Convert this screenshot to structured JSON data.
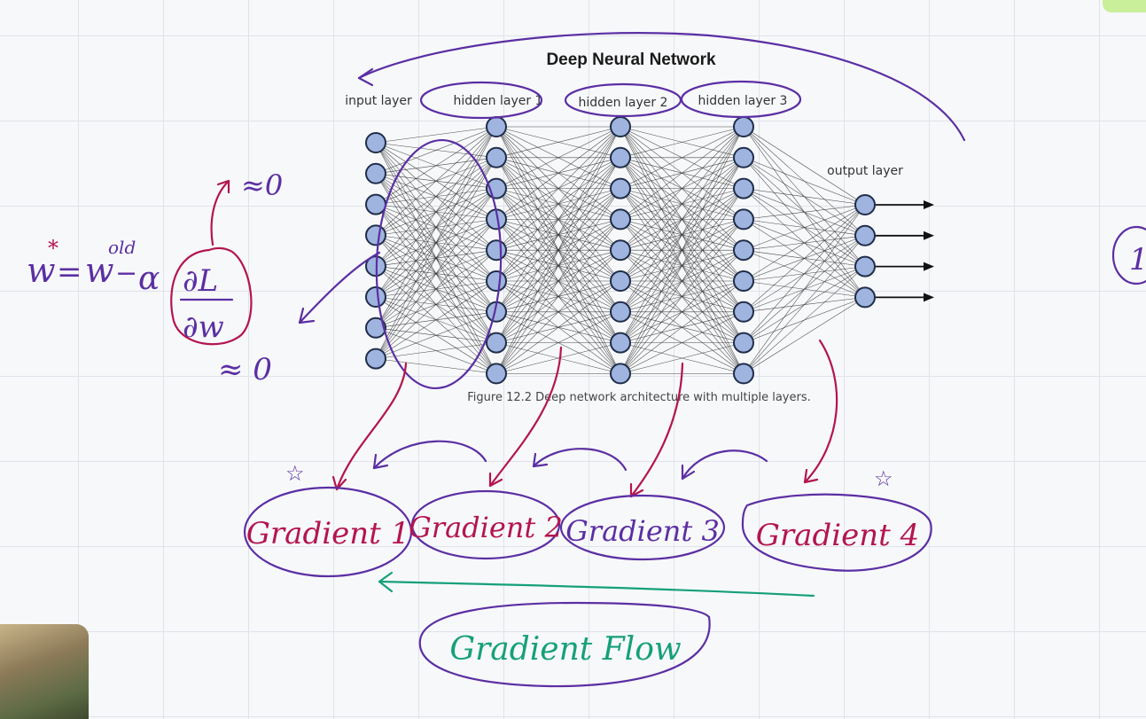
{
  "figure": {
    "title": "Deep Neural Network",
    "layer_labels": {
      "input": "input layer",
      "hidden1": "hidden layer 1",
      "hidden2": "hidden layer 2",
      "hidden3": "hidden layer 3",
      "output": "output layer"
    },
    "caption": "Figure 12.2 Deep network architecture with multiple layers.",
    "layers": [
      {
        "name": "input layer",
        "nodes": 8
      },
      {
        "name": "hidden layer 1",
        "nodes": 9
      },
      {
        "name": "hidden layer 2",
        "nodes": 9
      },
      {
        "name": "hidden layer 3",
        "nodes": 9
      },
      {
        "name": "output layer",
        "nodes": 4
      }
    ]
  },
  "annotations": {
    "formula_w": "w",
    "formula_star": "*",
    "formula_equals": "=",
    "formula_w_old": "w",
    "formula_old": "old",
    "formula_minus": "−",
    "formula_alpha": "α",
    "formula_dL": "∂L",
    "formula_dw": "∂w",
    "approx_zero_top": "≈0",
    "approx_zero_bottom": "≈ 0",
    "gradients": [
      "Gradient 1",
      "Gradient 2",
      "Gradient 3",
      "Gradient 4"
    ],
    "gradient_flow": "Gradient Flow",
    "side_mark": "1",
    "star_mark": "☆"
  },
  "colors": {
    "purple_ink": "#5b2fa3",
    "red_ink": "#b3154f",
    "green_ink": "#15a07a",
    "node_fill": "#9fb4df"
  }
}
